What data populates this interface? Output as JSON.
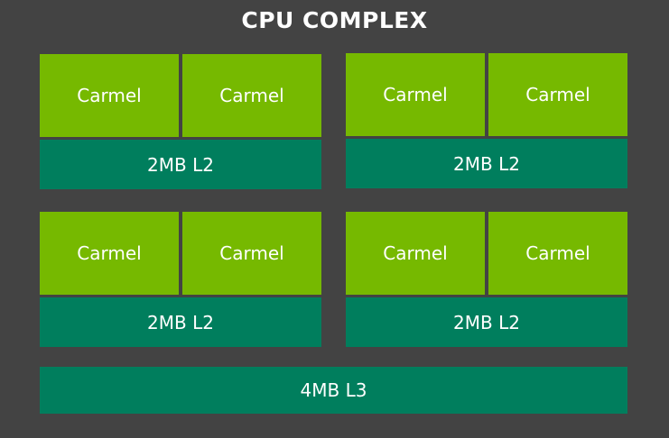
{
  "title": "CPU COMPLEX",
  "clusters": [
    {
      "cores": [
        "Carmel",
        "Carmel"
      ],
      "l2": "2MB L2"
    },
    {
      "cores": [
        "Carmel",
        "Carmel"
      ],
      "l2": "2MB L2"
    },
    {
      "cores": [
        "Carmel",
        "Carmel"
      ],
      "l2": "2MB L2"
    },
    {
      "cores": [
        "Carmel",
        "Carmel"
      ],
      "l2": "2MB L2"
    }
  ],
  "l3": "4MB L3",
  "colors": {
    "background": "#434343",
    "core": "#76b900",
    "cache": "#007e5d",
    "text": "#ffffff"
  }
}
